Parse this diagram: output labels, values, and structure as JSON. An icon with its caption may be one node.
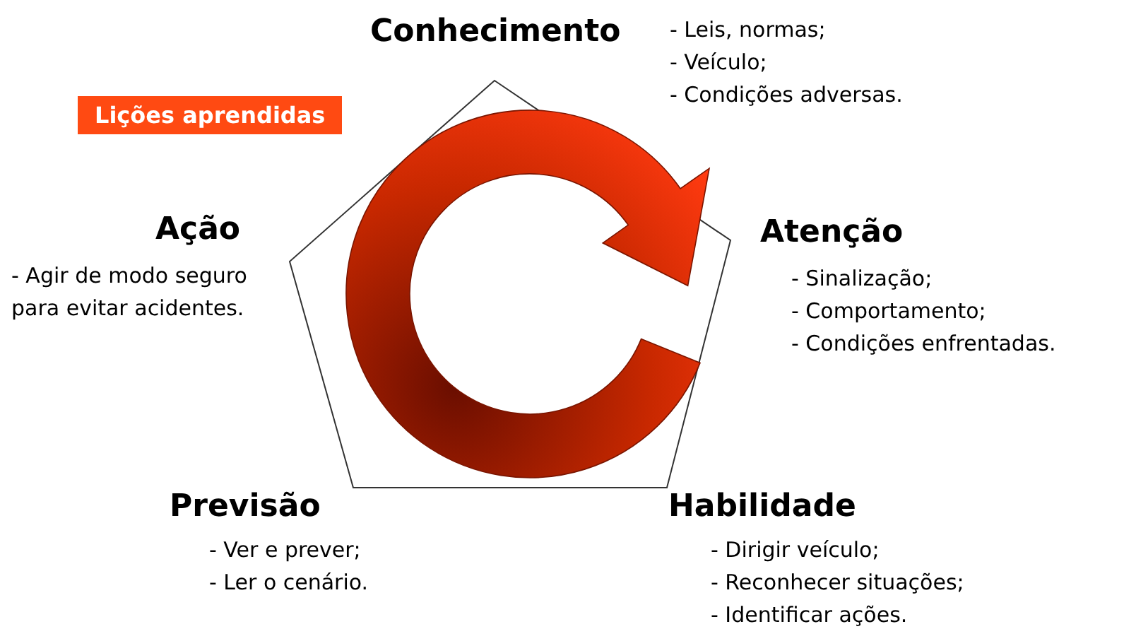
{
  "diagram": {
    "nodes": [
      {
        "text": [
          "Conhecimento",
          "- Leis, normas;",
          "- Veículo;",
          "- Condições adversas."
        ]
      },
      {
        "text": [
          "Lições aprendidas"
        ]
      },
      {
        "text": [
          "Ação",
          "- Agir de modo seguro para evitar acidentes."
        ]
      },
      {
        "text": [
          "Atenção",
          "- Sinalização;",
          "- Comportamento;",
          "- Condições enfrentadas."
        ]
      },
      {
        "text": [
          "Previsão",
          "- Ver e prever;",
          "- Ler o cenário."
        ]
      },
      {
        "text": [
          "Habilidade",
          "- Dirigir veículo;",
          "- Reconhecer situações;",
          "- Identificar ações."
        ]
      }
    ]
  }
}
